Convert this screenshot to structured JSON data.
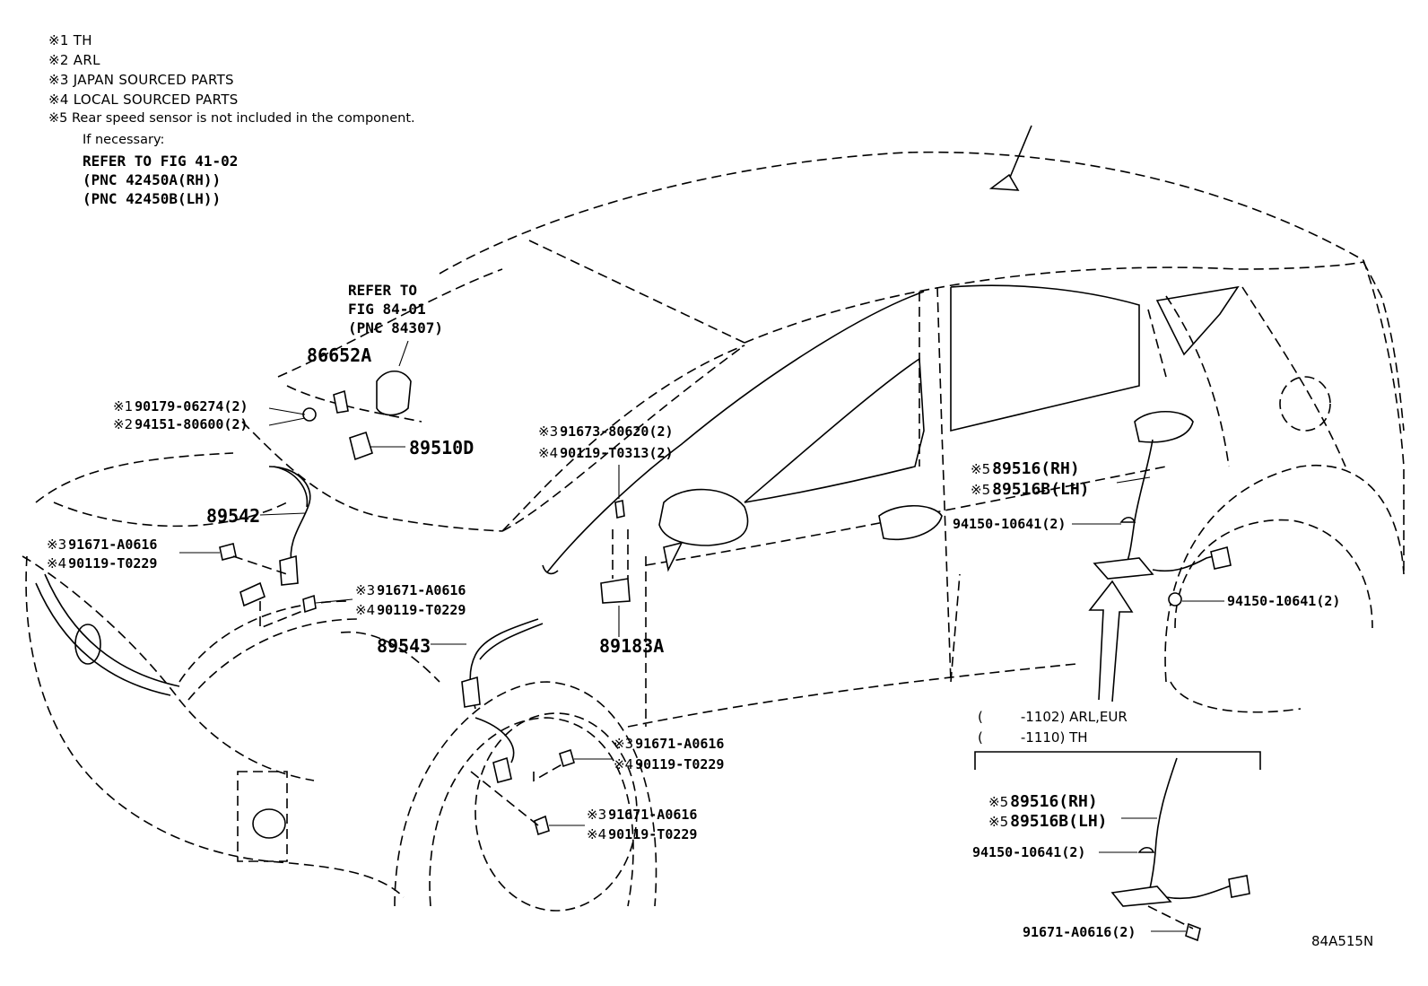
{
  "notes": [
    {
      "mark": "※1",
      "text": "TH"
    },
    {
      "mark": "※2",
      "text": "ARL"
    },
    {
      "mark": "※3",
      "text": "JAPAN SOURCED PARTS"
    },
    {
      "mark": "※4",
      "text": "LOCAL SOURCED PARTS"
    },
    {
      "mark": "※5",
      "text": "Rear speed sensor is not included in the component."
    }
  ],
  "note5_extra": {
    "if_necessary": "If necessary:",
    "refer": "REFER TO FIG 41-02",
    "pnc_rh": "(PNC 42450A(RH))",
    "pnc_lh": "(PNC 42450B(LH))"
  },
  "ref_84": {
    "line1": "REFER TO",
    "line2": "FIG 84-01",
    "line3": "(PNC 84307)"
  },
  "parts": {
    "p86652a": "86652A",
    "p89510d": "89510D",
    "p89542": "89542",
    "p89543": "89543",
    "p89183a": "89183A",
    "bolt_90179": {
      "mark": "※1",
      "text": "90179-06274(2)"
    },
    "nut_94151": {
      "mark": "※2",
      "text": "94151-80600(2)"
    },
    "j_91673": {
      "mark": "※3",
      "text": "91673-80620(2)"
    },
    "l_90119_t0313": {
      "mark": "※4",
      "text": "90119-T0313(2)"
    },
    "fl_j1": {
      "mark": "※3",
      "text": "91671-A0616"
    },
    "fl_l1": {
      "mark": "※4",
      "text": "90119-T0229"
    },
    "fl_j2": {
      "mark": "※3",
      "text": "91671-A0616"
    },
    "fl_l2": {
      "mark": "※4",
      "text": "90119-T0229"
    },
    "fr_j1": {
      "mark": "※3",
      "text": "91671-A0616"
    },
    "fr_l1": {
      "mark": "※4",
      "text": "90119-T0229"
    },
    "fr_j2": {
      "mark": "※3",
      "text": "91671-A0616"
    },
    "fr_l2": {
      "mark": "※4",
      "text": "90119-T0229"
    },
    "rear_rh": {
      "mark": "※5",
      "text": "89516(RH)"
    },
    "rear_lh": {
      "mark": "※5",
      "text": "89516B(LH)"
    },
    "rear_nut": "94150-10641(2)",
    "rear_nut2": "94150-10641(2)",
    "inset_rh": {
      "mark": "※5",
      "text": "89516(RH)"
    },
    "inset_lh": {
      "mark": "※5",
      "text": "89516B(LH)"
    },
    "inset_nut": "94150-10641(2)",
    "inset_bolt": "91671-A0616(2)"
  },
  "inset": {
    "line1_open": "(",
    "line1_range": "-1102) ARL,EUR",
    "line2_open": "(",
    "line2_range": "-1110) TH"
  },
  "figure_id": "84A515N"
}
